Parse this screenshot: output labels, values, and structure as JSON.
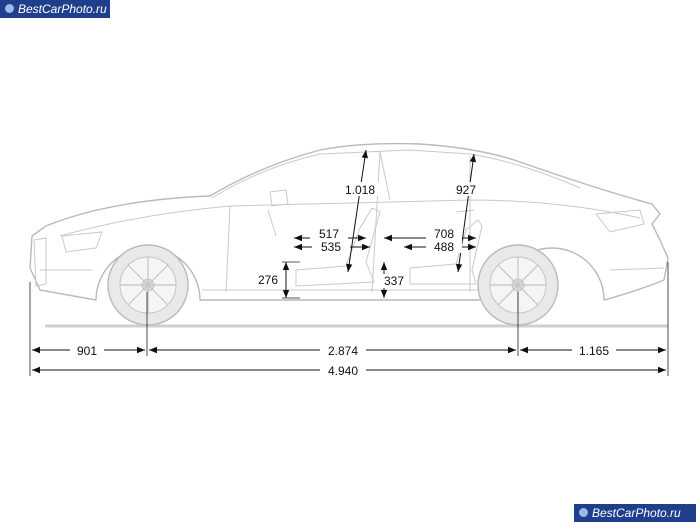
{
  "watermark": {
    "top_text": "BestCarPhoto.ru",
    "bottom_text": "BestCarPhoto.ru",
    "background": "#1f3f8c",
    "icon": "camera-dot-icon"
  },
  "dimensions": {
    "front_overhang": "901",
    "wheelbase": "2.874",
    "rear_overhang": "1.165",
    "overall_length": "4.940",
    "front_headroom": "1.018",
    "rear_headroom": "927",
    "front_legroom_a": "517",
    "front_legroom_b": "535",
    "rear_legroom_a": "708",
    "rear_legroom_b": "488",
    "front_seat_height": "276",
    "rear_seat_height": "337"
  },
  "colors": {
    "car_outline": "#b9b9b9",
    "dimension_lines": "#111111"
  }
}
